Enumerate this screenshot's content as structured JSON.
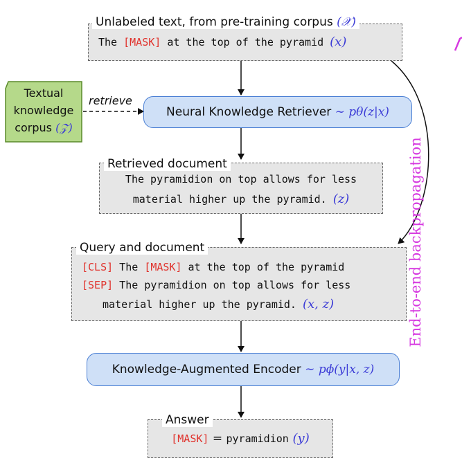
{
  "unlabeled": {
    "label_pre": "Unlabeled text, from pre-training corpus ",
    "label_var": "(𝒳)",
    "text_1": "The ",
    "mask": "[MASK]",
    "text_2": " at the top of the pyramid ",
    "var": "(x)"
  },
  "corpus": {
    "line1": "Textual",
    "line2": "knowledge",
    "line3": "corpus ",
    "var": "(𝒵)"
  },
  "retrieve_label": "retrieve",
  "retriever": {
    "label": "Neural Knowledge Retriever ",
    "formula": "∼ pθ(z|x)"
  },
  "retrieved": {
    "label": "Retrieved document",
    "line1": "The pyramidion on top allows for less",
    "line2": "material higher up the pyramid. ",
    "var": "(z)"
  },
  "query": {
    "label": "Query and document",
    "cls": "[CLS]",
    "l1a": " The ",
    "mask": "[MASK]",
    "l1b": " at the top of the pyramid",
    "sep": "[SEP]",
    "l2": " The pyramidion on top allows for less",
    "l3": "material higher up the pyramid. ",
    "var": "(x, z)"
  },
  "encoder": {
    "label": "Knowledge-Augmented Encoder ",
    "formula": "∼ pϕ(y|x, z)"
  },
  "answer": {
    "label": "Answer",
    "mask": "[MASK]",
    "eq": " = ",
    "word": "pyramidion",
    "var": " (y)"
  },
  "backprop_label": "End-to-end backpropagation",
  "colors": {
    "mask": "#e0312b",
    "math": "#3b3bd6",
    "retriever_fill": "#cfe0f7",
    "retriever_border": "#4a7fd4",
    "corpus_fill": "#b5d98a",
    "corpus_border": "#5a8a2a",
    "backprop": "#d63ae0"
  }
}
